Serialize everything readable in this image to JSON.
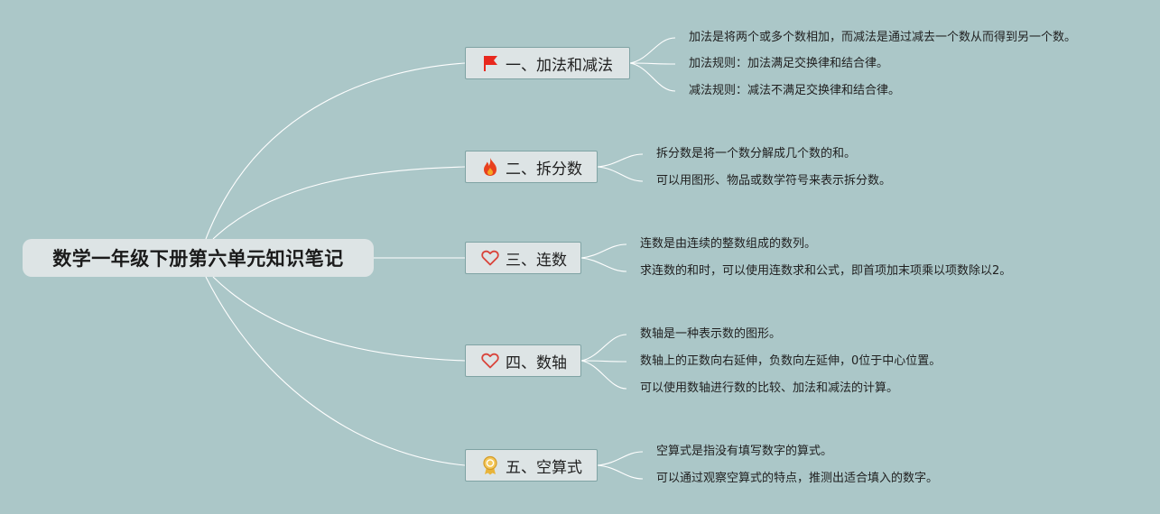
{
  "root": {
    "title": "数学一年级下册第六单元知识笔记"
  },
  "topics": [
    {
      "label": "一、加法和减法",
      "icon": "red-flag-icon",
      "items": [
        "加法是将两个或多个数相加，而减法是通过减去一个数从而得到另一个数。",
        "加法规则：加法满足交换律和结合律。",
        "减法规则：减法不满足交换律和结合律。"
      ]
    },
    {
      "label": "二、拆分数",
      "icon": "fire-icon",
      "items": [
        "拆分数是将一个数分解成几个数的和。",
        "可以用图形、物品或数学符号来表示拆分数。"
      ]
    },
    {
      "label": "三、连数",
      "icon": "heart-icon",
      "items": [
        "连数是由连续的整数组成的数列。",
        "求连数的和时，可以使用连数求和公式，即首项加末项乘以项数除以2。"
      ]
    },
    {
      "label": "四、数轴",
      "icon": "heart-icon",
      "items": [
        "数轴是一种表示数的图形。",
        "数轴上的正数向右延伸，负数向左延伸，0位于中心位置。",
        "可以使用数轴进行数的比较、加法和减法的计算。"
      ]
    },
    {
      "label": "五、空算式",
      "icon": "award-ribbon-icon",
      "items": [
        "空算式是指没有填写数字的算式。",
        "可以通过观察空算式的特点，推测出适合填入的数字。"
      ]
    }
  ],
  "colors": {
    "background": "#abc7c8",
    "node_fill": "#dde4e5",
    "node_border": "#7fa3a4",
    "line": "#ffffff",
    "flag": "#e8281e",
    "fire": "#e8401e",
    "heart": "#d9433a",
    "award": "#e8b43a"
  }
}
